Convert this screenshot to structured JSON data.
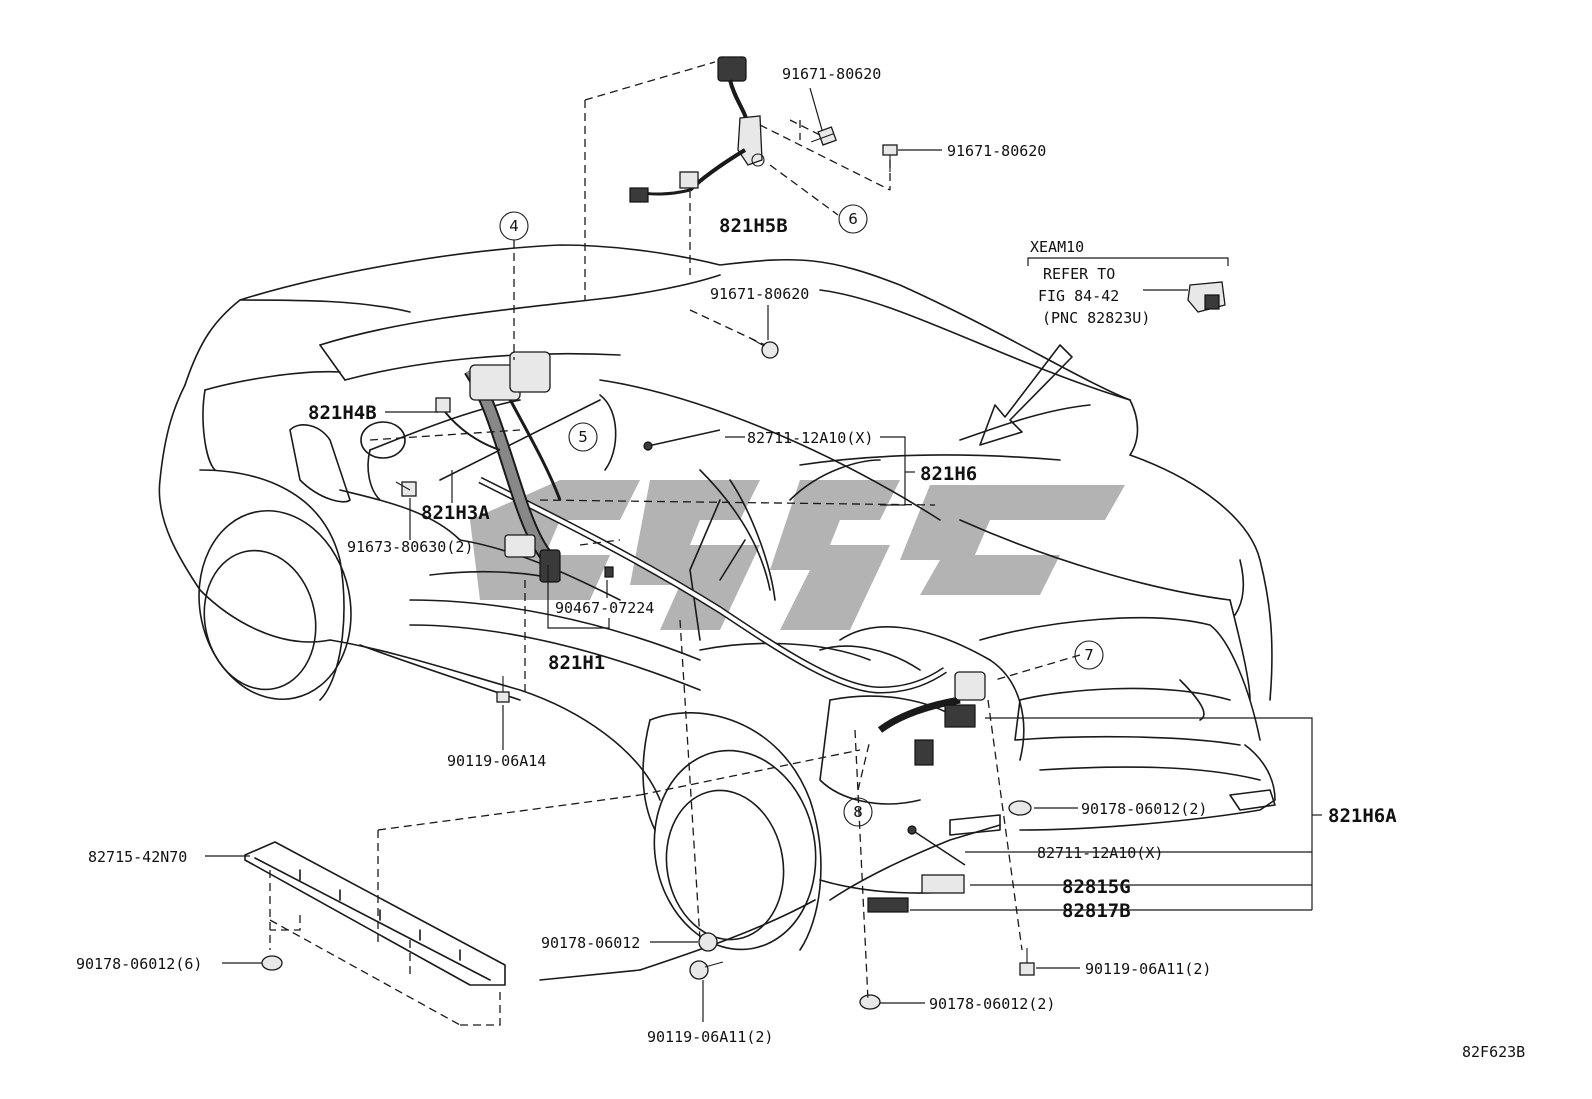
{
  "labels": {
    "p_91671_top": "91671-80620",
    "p_91671_right": "91671-80620",
    "p_821H5B": "821H5B",
    "callout_6": "6",
    "callout_4": "4",
    "callout_5": "5",
    "callout_7": "7",
    "callout_8": "8",
    "p_91671_mid": "91671-80620",
    "xeam_title": "XEAM10",
    "xeam_line1": "REFER TO",
    "xeam_line2": "FIG 84-42",
    "xeam_line3": "(PNC 82823U)",
    "p_821H4B": "821H4B",
    "p_82711_upper": "82711-12A10(X)",
    "p_821H6": "821H6",
    "p_821H3A": "821H3A",
    "p_91673": "91673-80630(2)",
    "p_90467": "90467-07224",
    "p_821H1": "821H1",
    "p_90119_06A14": "90119-06A14",
    "p_90178_2_right": "90178-06012(2)",
    "p_821H6A": "821H6A",
    "p_82711_lower": "82711-12A10(X)",
    "p_82815G": "82815G",
    "p_82817B": "82817B",
    "p_82715": "82715-42N70",
    "p_90178_6": "90178-06012(6)",
    "p_90178_single": "90178-06012",
    "p_90119_06A11_right": "90119-06A11(2)",
    "p_90178_2_bottom": "90178-06012(2)",
    "p_90119_06A11_bottom": "90119-06A11(2)",
    "figure_code": "82F623B"
  }
}
